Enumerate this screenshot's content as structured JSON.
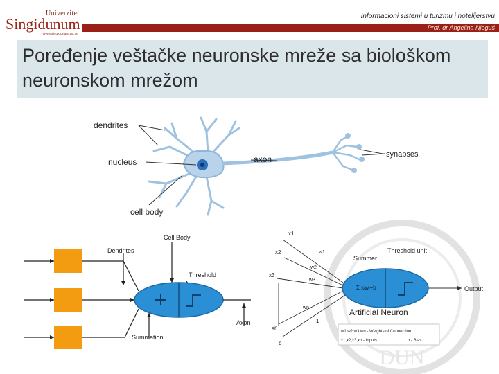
{
  "header": {
    "logo_top": "Univerzitet",
    "logo_main": "Singidunum",
    "logo_url": "www.singidunum.ac.rs",
    "course": "Informacioni sistemi u turizmu i hotelijerstvu",
    "author": "Prof. dr Angelina Njeguš"
  },
  "slide": {
    "title": "Poređenje veštačke neuronske mreže sa biološkom neuronskom mrežom"
  },
  "bio_labels": {
    "dendrites": "dendrites",
    "nucleus": "nucleus",
    "axon": "axon",
    "synapses": "synapses",
    "cell_body": "cell body"
  },
  "model_labels": {
    "cell_body": "Cell Body",
    "dendrites": "Dendrites",
    "threshold": "Threshold",
    "axon": "Axon",
    "summation": "Summation"
  },
  "artificial_labels": {
    "x1": "x1",
    "x2": "x2",
    "x3": "x3",
    "xn": "xn",
    "b": "b",
    "w1": "w1",
    "w2": "w2",
    "w3": "w3",
    "wn": "wn",
    "one": "1",
    "summer": "Summer",
    "threshold_unit": "Threshold unit",
    "sum_expr": "Σ xᵢwᵢ+b",
    "output": "Output",
    "name": "Artificial Neuron",
    "legend_weights": "w1,w2,w3,wn - Weights of Connection",
    "legend_inputs": "x1,x2,x3,xn - Inputs",
    "legend_bias": "b - Bias"
  },
  "colors": {
    "accent_red": "#9a1f16",
    "title_bg": "#dbe6ea",
    "neuron_blue": "#2b8fd6",
    "input_orange": "#f39c12",
    "bio_neuron": "#b9d4ea"
  }
}
